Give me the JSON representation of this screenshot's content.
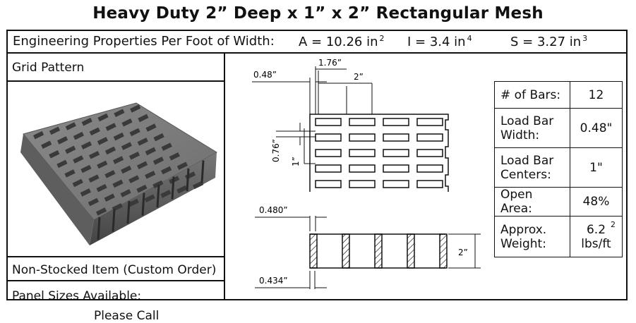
{
  "title": "Heavy Duty 2” Deep x 1” x 2” Rectangular Mesh",
  "properties": {
    "label": "Engineering Properties Per Foot of Width:",
    "area": "A = 10.26 in",
    "area_exp": "2",
    "inertia": "I = 3.4 in",
    "inertia_exp": "4",
    "section": "S = 3.27 in",
    "section_exp": "3"
  },
  "grid_pattern_label": "Grid Pattern",
  "stock_note": "Non-Stocked Item (Custom Order)",
  "panel_sizes_label": "Panel Sizes Available:",
  "panel_sizes_value": "Please Call",
  "plan_dims": {
    "bar_width": "0.48”",
    "span_176": "1.76”",
    "span_2": "2”",
    "span_076": "0.76”",
    "span_1": "1”"
  },
  "section_dims": {
    "top_width": "0.480”",
    "bottom_width": "0.434”",
    "depth": "2”"
  },
  "specs": [
    {
      "label": "# of Bars:",
      "value": "12"
    },
    {
      "label": "Load Bar Width:",
      "value": "0.48\""
    },
    {
      "label": "Load Bar Centers:",
      "value": "1\""
    },
    {
      "label": "Open Area:",
      "value": "48%"
    }
  ],
  "weight": {
    "label": "Approx. Weight:",
    "value": "6.2",
    "exp": "2",
    "unit": "lbs/ft"
  }
}
